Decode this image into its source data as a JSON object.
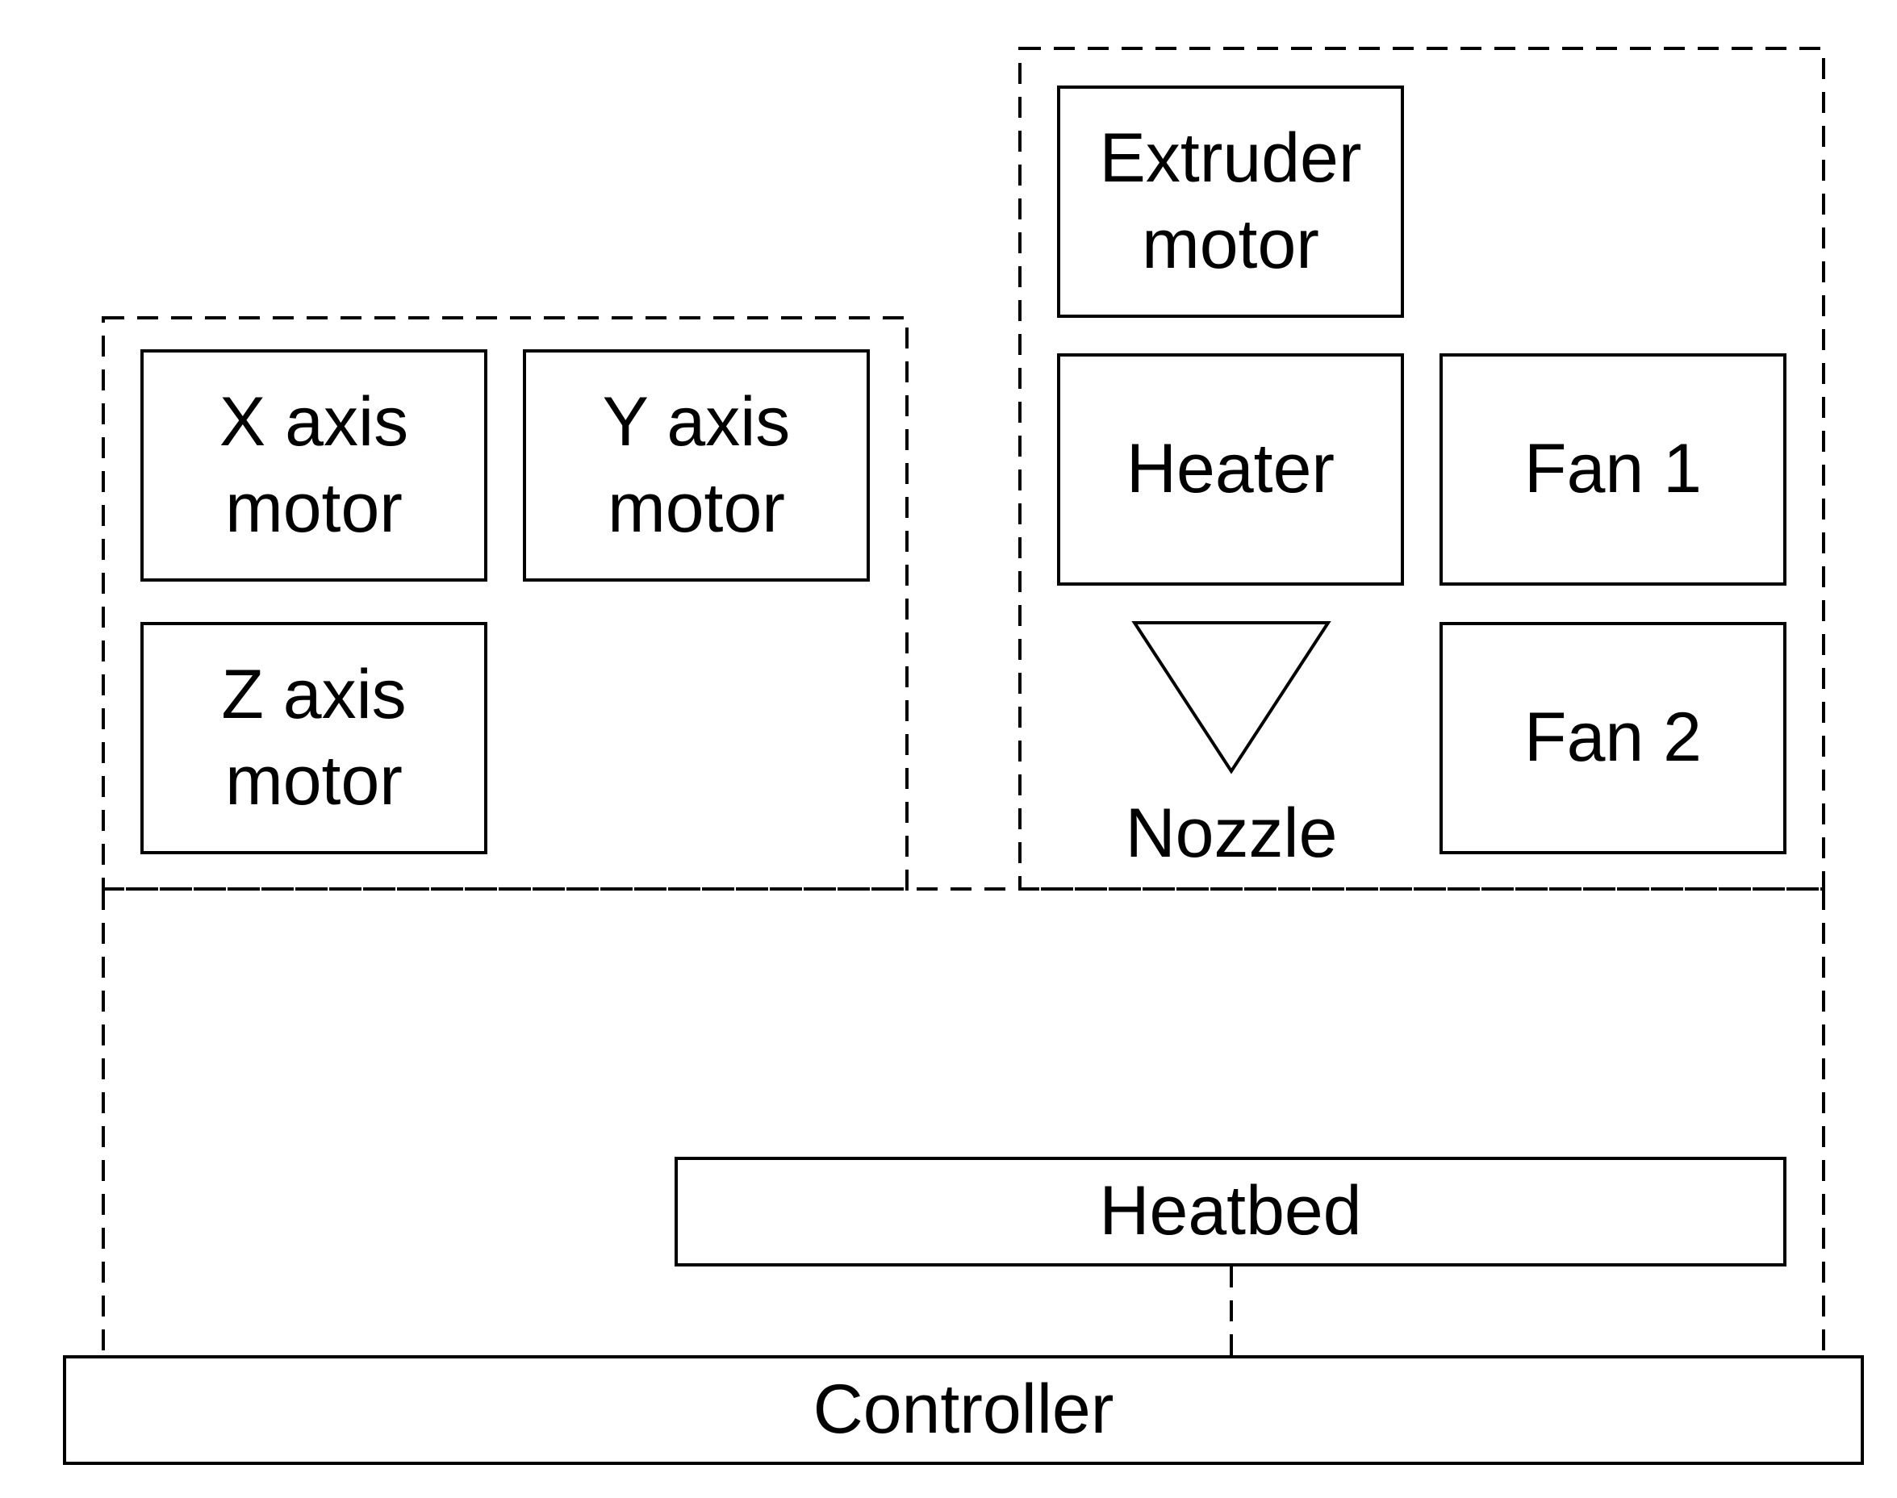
{
  "diagram": {
    "motion_group": {
      "x_motor": {
        "line1": "X axis",
        "line2": "motor"
      },
      "y_motor": {
        "line1": "Y axis",
        "line2": "motor"
      },
      "z_motor": {
        "line1": "Z axis",
        "line2": "motor"
      }
    },
    "head_group": {
      "extruder_motor": {
        "line1": "Extruder",
        "line2": "motor"
      },
      "heater": "Heater",
      "fan1": "Fan 1",
      "fan2": "Fan 2",
      "nozzle": "Nozzle"
    },
    "heatbed": "Heatbed",
    "controller": "Controller"
  }
}
